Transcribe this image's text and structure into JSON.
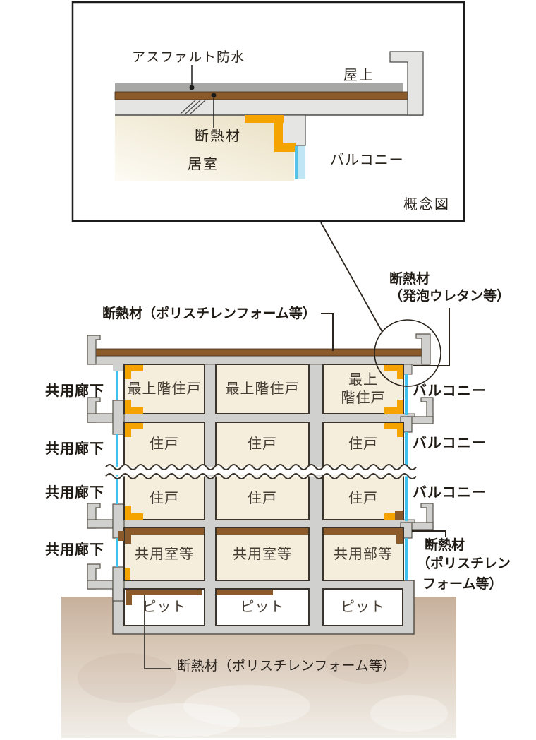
{
  "inset": {
    "waterproof": "アスファルト防水",
    "rooftop": "屋上",
    "insulation": "断熱材",
    "living_room": "居室",
    "balcony": "バルコニー",
    "caption": "概念図"
  },
  "labels": {
    "roof_insulation": "断熱材（ポリスチレンフォーム等）",
    "urethane_1": "断熱材",
    "urethane_2": "（発泡ウレタン等）",
    "corridor": "共用廊下",
    "balcony": "バルコニー",
    "right_insulation_1": "断熱材",
    "right_insulation_2": "（ポリスチレン",
    "right_insulation_3": "フォーム等）",
    "bottom_insulation": "断熱材（ポリスチレンフォーム等）"
  },
  "rooms": {
    "row1": [
      "最上階住戸",
      "最上階住戸",
      "最上\n階住戸"
    ],
    "row2": [
      "住戸",
      "住戸",
      "住戸"
    ],
    "row3": [
      "住戸",
      "住戸",
      "住戸"
    ],
    "row4": [
      "共用室等",
      "共用室等",
      "共用部等"
    ],
    "pits": [
      "ピット",
      "ピット",
      "ピット"
    ]
  },
  "colors": {
    "insulation_orange": "#f4a300",
    "insulation_brown": "#8a5a2b",
    "glass_cyan": "#3fc3ee",
    "concrete_gray": "#d0d0ce",
    "waterproof_gray": "#a7a7a5",
    "room_cream": "#f6eedd",
    "ground_brown": "#c6b09c"
  }
}
